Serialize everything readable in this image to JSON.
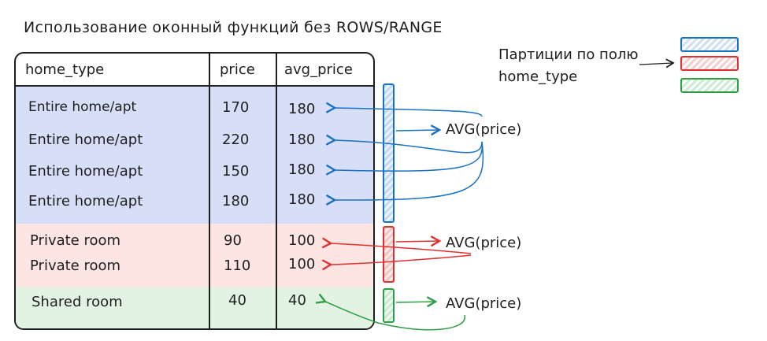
{
  "title": "Использование оконный функций без ROWS/RANGE",
  "legend": {
    "line1": "Партиции по полю",
    "line2": "home_type",
    "colors": [
      "#1971c2",
      "#e03131",
      "#2f9e44"
    ]
  },
  "table": {
    "headers": [
      "home_type",
      "price",
      "avg_price"
    ],
    "rows": [
      {
        "home_type": "Entire home/apt",
        "price": "170",
        "avg_price": "180"
      },
      {
        "home_type": "Entire home/apt",
        "price": "220",
        "avg_price": "180"
      },
      {
        "home_type": "Entire home/apt",
        "price": "150",
        "avg_price": "180"
      },
      {
        "home_type": "Entire home/apt",
        "price": "180",
        "avg_price": "180"
      },
      {
        "home_type": "Private room",
        "price": "90",
        "avg_price": "100"
      },
      {
        "home_type": "Private room",
        "price": "110",
        "avg_price": "100"
      },
      {
        "home_type": "Shared room",
        "price": "40",
        "avg_price": "40"
      }
    ]
  },
  "partitions": [
    {
      "label": "AVG(price)",
      "color": "#1971c2"
    },
    {
      "label": "AVG(price)",
      "color": "#e03131"
    },
    {
      "label": "AVG(price)",
      "color": "#2f9e44"
    }
  ]
}
